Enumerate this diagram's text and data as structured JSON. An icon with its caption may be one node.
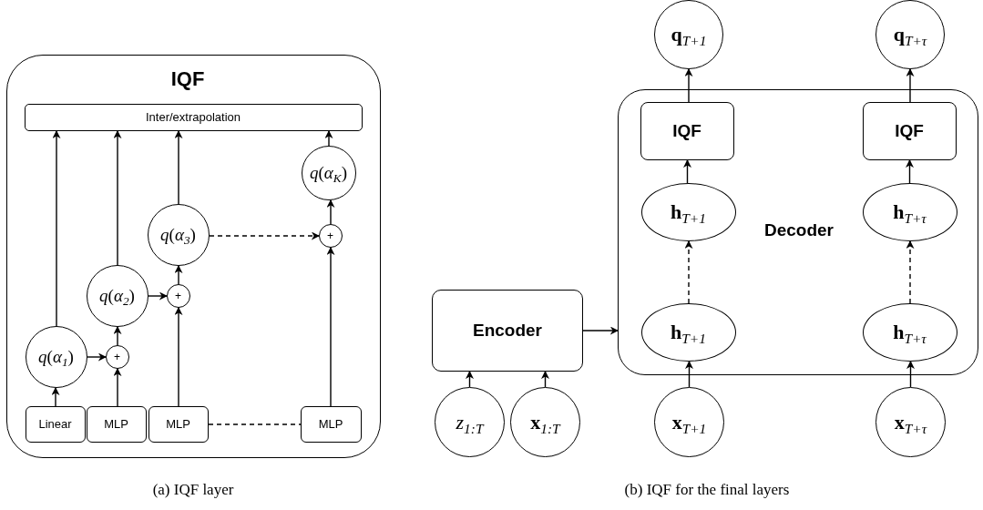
{
  "diagram": {
    "nodes": [
      {
        "text": [
          "IQF"
        ]
      },
      {
        "text": [
          "Inter/extrapolation"
        ],
        "in": 0
      },
      {
        "text": [
          "*q*(*α*$_{1}$)"
        ],
        "in": 0
      },
      {
        "text": [
          "*q*(*α*$_{2}$)"
        ],
        "in": 0
      },
      {
        "text": [
          "*q*(*α*$_{3}$)"
        ],
        "in": 0
      },
      {
        "text": [
          "*q*(*α*$_{K}$)"
        ],
        "in": 0
      },
      {
        "text": [
          "+"
        ],
        "in": 0
      },
      {
        "text": [
          "+"
        ],
        "in": 0
      },
      {
        "text": [
          "+"
        ],
        "in": 0
      },
      {
        "text": [
          "Linear"
        ],
        "in": 0
      },
      {
        "text": [
          "MLP"
        ],
        "in": 0
      },
      {
        "text": [
          "MLP"
        ],
        "in": 0
      },
      {
        "text": [
          "MLP"
        ],
        "in": 0
      },
      {
        "text": [
          "Decoder"
        ]
      },
      {
        "text": [
          "**q**$_{T+1}$"
        ]
      },
      {
        "text": [
          "**q**$_{T+τ}$"
        ]
      },
      {
        "text": [
          "IQF"
        ],
        "in": 13
      },
      {
        "text": [
          "IQF"
        ],
        "in": 13
      },
      {
        "text": [
          "**h**$_{T+1}$"
        ],
        "in": 13
      },
      {
        "text": [
          "**h**$_{T+τ}$"
        ],
        "in": 13
      },
      {
        "text": [
          "**h**$_{T+1}$"
        ],
        "in": 13
      },
      {
        "text": [
          "**h**$_{T+τ}$"
        ],
        "in": 13
      },
      {
        "text": [
          "Encoder"
        ]
      },
      {
        "text": [
          "*z*$_{1:T}$"
        ]
      },
      {
        "text": [
          "**x**$_{1:T}$"
        ]
      },
      {
        "text": [
          "**x**$_{T+1}$"
        ]
      },
      {
        "text": [
          "**x**$_{T+τ}$"
        ]
      }
    ],
    "edges": [
      {
        "from": 2,
        "to": 1,
        "arrow": "to"
      },
      {
        "from": 3,
        "to": 1,
        "arrow": "to"
      },
      {
        "from": 4,
        "to": 1,
        "arrow": "to"
      },
      {
        "from": 5,
        "to": 1,
        "arrow": "to"
      },
      {
        "from": 9,
        "to": 2,
        "arrow": "to"
      },
      {
        "from": 2,
        "to": 6,
        "arrow": "to"
      },
      {
        "from": 10,
        "to": 6,
        "arrow": "to"
      },
      {
        "from": 6,
        "to": 3,
        "arrow": "to"
      },
      {
        "from": 3,
        "to": 7,
        "arrow": "to"
      },
      {
        "from": 11,
        "to": 7,
        "arrow": "to"
      },
      {
        "from": 7,
        "to": 4,
        "arrow": "to"
      },
      {
        "from": 4,
        "to": 8,
        "arrow": "to",
        "style": "dashed"
      },
      {
        "from": 12,
        "to": 8,
        "arrow": "to"
      },
      {
        "from": 8,
        "to": 5,
        "arrow": "to"
      },
      {
        "from": 11,
        "to": 12,
        "arrow": "none",
        "style": "dashed"
      },
      {
        "from": 16,
        "to": 14,
        "arrow": "to"
      },
      {
        "from": 17,
        "to": 15,
        "arrow": "to"
      },
      {
        "from": 18,
        "to": 16,
        "arrow": "to"
      },
      {
        "from": 19,
        "to": 17,
        "arrow": "to"
      },
      {
        "from": 20,
        "to": 18,
        "arrow": "to",
        "style": "dashed"
      },
      {
        "from": 21,
        "to": 19,
        "arrow": "to",
        "style": "dashed"
      },
      {
        "from": 25,
        "to": 20,
        "arrow": "to"
      },
      {
        "from": 26,
        "to": 21,
        "arrow": "to"
      },
      {
        "from": 23,
        "to": 22,
        "arrow": "to"
      },
      {
        "from": 24,
        "to": 22,
        "arrow": "to"
      },
      {
        "from": 22,
        "to": 13,
        "arrow": "to"
      }
    ],
    "labels": [
      "(a) IQF layer",
      "(b) IQF for the final layers"
    ]
  }
}
